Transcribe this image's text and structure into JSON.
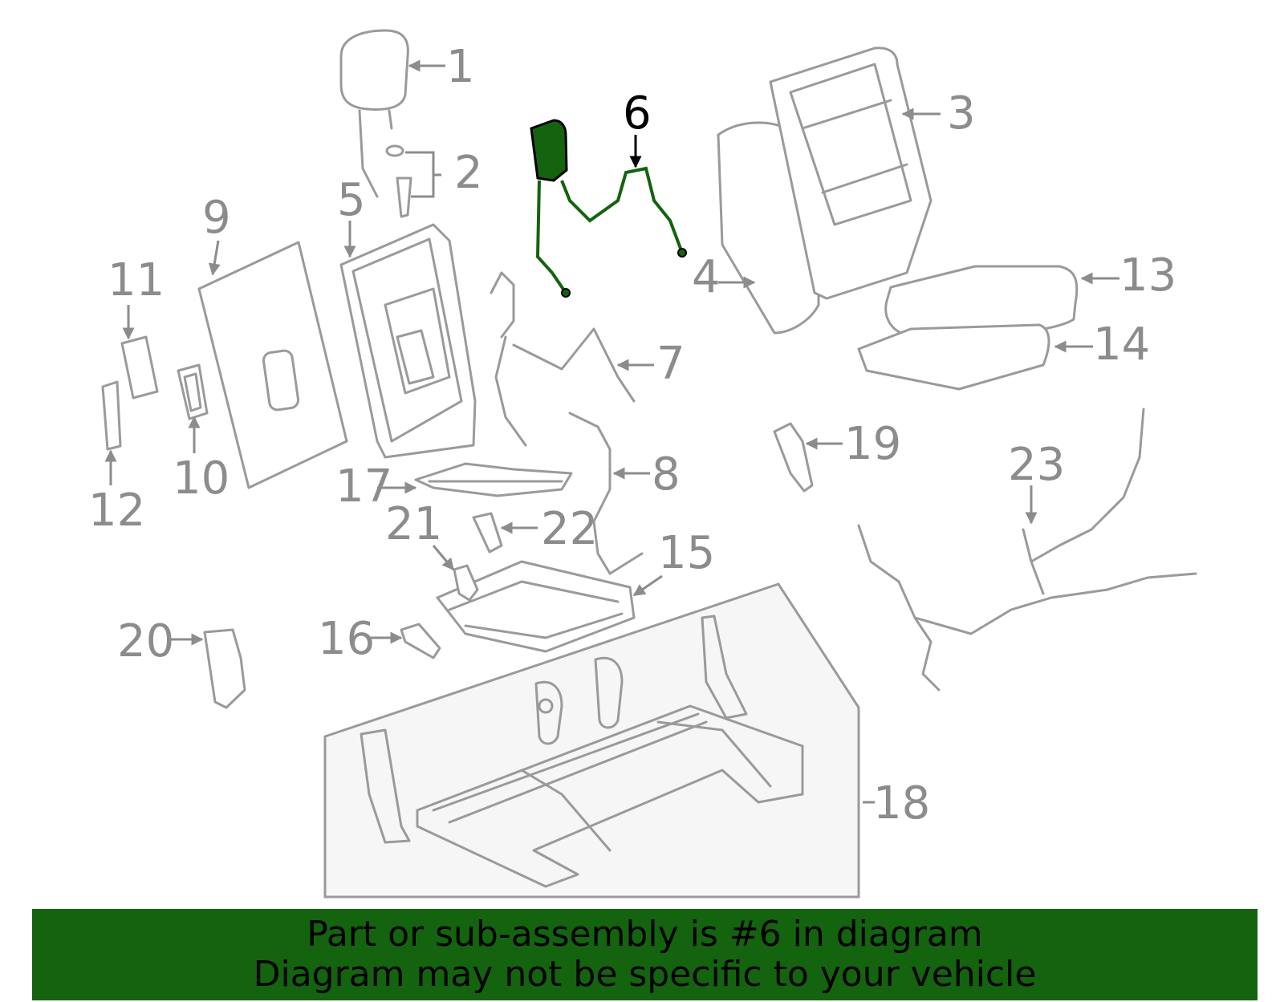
{
  "callouts": [
    "1",
    "2",
    "3",
    "4",
    "5",
    "6",
    "7",
    "8",
    "9",
    "10",
    "11",
    "12",
    "13",
    "14",
    "15",
    "16",
    "17",
    "18",
    "19",
    "20",
    "21",
    "22",
    "23"
  ],
  "highlighted_callout": "6",
  "colors": {
    "highlight": "#14630f",
    "banner_bg": "#14630f",
    "line": "#9a9a9a",
    "label": "#8c8c8c"
  },
  "banner": {
    "line1": "Part or sub-assembly is #6 in diagram",
    "line2": "Diagram may not be specific to your vehicle"
  }
}
